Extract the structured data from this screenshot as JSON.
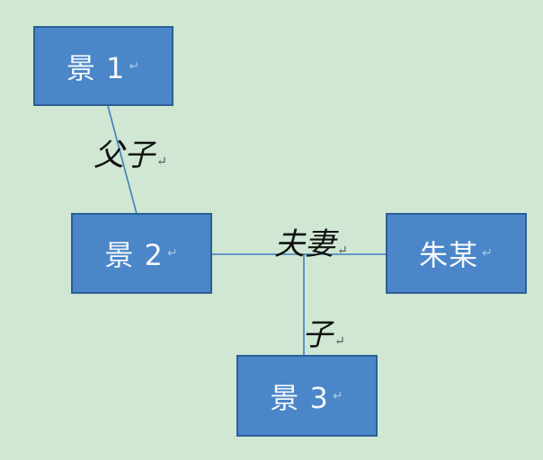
{
  "colors": {
    "background": "#cfe7d3",
    "node_fill": "#4a86c8",
    "node_border": "#2b5f96",
    "node_text": "#f3f7fc",
    "connector": "#3f7fbf"
  },
  "nodes": {
    "jing1": "景 1",
    "jing2": "景 2",
    "zhumou": "朱某",
    "jing3": "景 3"
  },
  "relations": {
    "father_son": "父子",
    "husband_wife": "夫妻",
    "son": "子"
  },
  "paragraph_mark": "↵"
}
